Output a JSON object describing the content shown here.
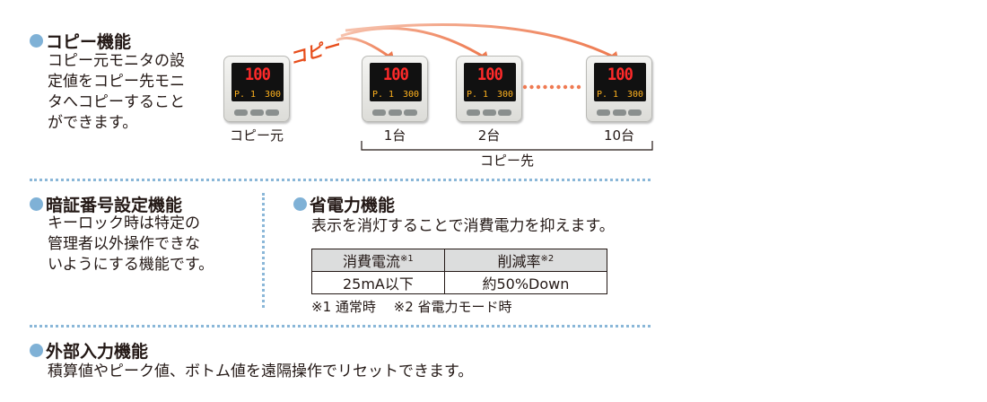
{
  "copy_section": {
    "title": "コピー機能",
    "lines": [
      "コピー元モニタの設",
      "定値をコピー先モニ",
      "タへコピーすること",
      "ができます。"
    ],
    "arrow_label": "コピー",
    "monitor": {
      "main_value": "100",
      "sub_label": "P. 1",
      "sub_value": "300"
    },
    "labels": {
      "source": "コピー元",
      "target1": "1台",
      "target2": "2台",
      "target10": "10台",
      "targets": "コピー先"
    },
    "ellipsis_dots": 9,
    "colors": {
      "arrow": "#ef7a52",
      "dots": "#ef7a52"
    }
  },
  "pin_section": {
    "title": "暗証番号設定機能",
    "lines": [
      "キーロック時は特定の",
      "管理者以外操作できな",
      "いようにする機能です。"
    ]
  },
  "power_section": {
    "title": "省電力機能",
    "description": "表示を消灯することで消費電力を抑えます。",
    "table": {
      "col1_header": "消費電流",
      "col1_note": "※1",
      "col2_header": "削減率",
      "col2_note": "※2",
      "col1_value": "25mA以下",
      "col2_value": "約50%Down"
    },
    "notes": "※1 通常時　 ※2 省電力モード時"
  },
  "input_section": {
    "title": "外部入力機能",
    "description": "積算値やピーク値、ボトム値を遠隔操作でリセットできます。"
  },
  "colors": {
    "bullet": "#7fb1d6",
    "divider": "#8ab7d8",
    "table_header": "#dcdddd",
    "text": "#231815"
  }
}
